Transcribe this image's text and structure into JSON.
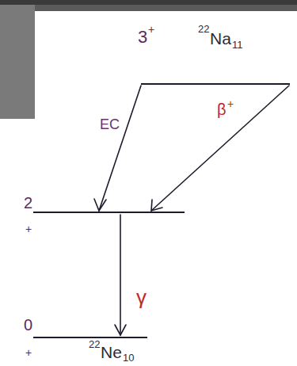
{
  "diagram": {
    "labels": [
      "3",
      "+",
      "22",
      "Na",
      "11",
      "EC",
      "β",
      "+",
      "2",
      "+",
      "γ",
      "0",
      "+",
      "22",
      "Ne",
      "10"
    ]
  }
}
